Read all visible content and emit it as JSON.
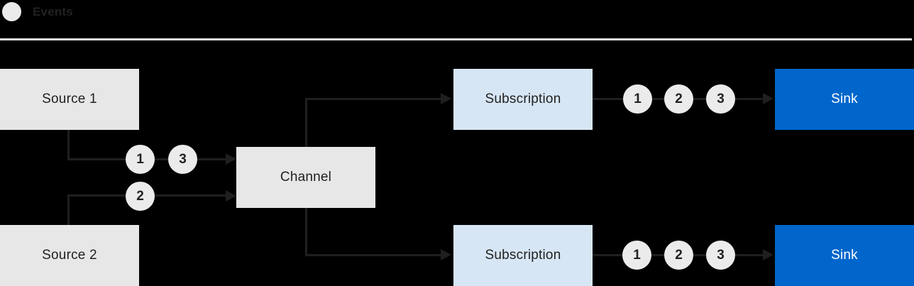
{
  "legend": {
    "label": "Events"
  },
  "colors": {
    "background": "#000000",
    "box_gray": "#e7e7e7",
    "box_light_blue": "#d7e6f5",
    "box_blue": "#0066cc",
    "line": "#1f1f1f",
    "text_dark": "#212121",
    "text_light": "#ffffff",
    "separator": "#e5e5e5",
    "marker_fill": "#ebebeb"
  },
  "nodes": {
    "source1": {
      "label": "Source 1"
    },
    "source2": {
      "label": "Source 2"
    },
    "channel": {
      "label": "Channel"
    },
    "subscription1": {
      "label": "Subscription"
    },
    "subscription2": {
      "label": "Subscription"
    },
    "sink1": {
      "label": "Sink"
    },
    "sink2": {
      "label": "Sink"
    }
  },
  "event_markers": {
    "source1_to_channel": [
      "1",
      "3"
    ],
    "source2_to_channel": [
      "2"
    ],
    "subscription1_to_sink": [
      "1",
      "2",
      "3"
    ],
    "subscription2_to_sink": [
      "1",
      "2",
      "3"
    ]
  }
}
